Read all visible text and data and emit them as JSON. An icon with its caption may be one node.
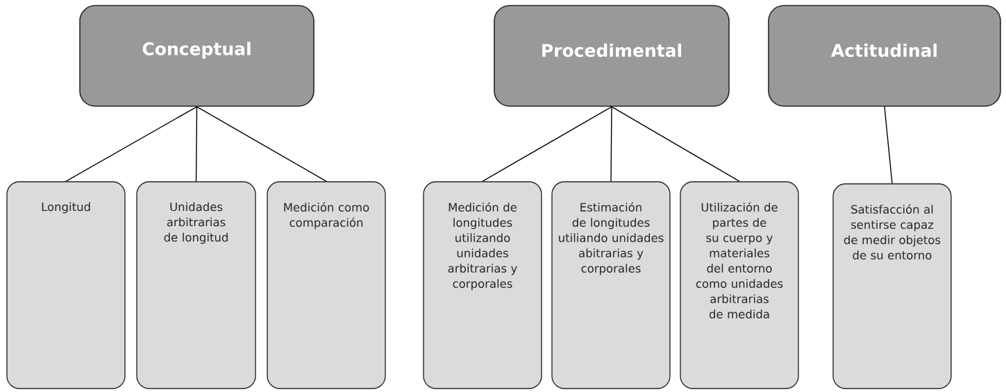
{
  "diagram": {
    "nodes": [
      {
        "text": [
          "Conceptual"
        ]
      },
      {
        "text": [
          "Procedimental"
        ]
      },
      {
        "text": [
          "Actitudinal"
        ]
      },
      {
        "text": [
          "Longitud"
        ]
      },
      {
        "text": [
          "Unidades arbitrarias de longitud"
        ]
      },
      {
        "text": [
          "Medición como comparación"
        ]
      },
      {
        "text": [
          "Medición de longitudes utilizando unidades arbitrarias y corporales"
        ]
      },
      {
        "text": [
          "Estimación de longitudes utiliando unidades abitrarias y corporales"
        ]
      },
      {
        "text": [
          "Utilización de partes de su cuerpo y materiales del entorno como unidades arbitrarias de medida"
        ]
      },
      {
        "text": [
          "Satisfacción al sentirse capaz de medir objetos de su entorno"
        ]
      }
    ],
    "edges": [
      {
        "from": 0,
        "to": 3,
        "arrow": "none"
      },
      {
        "from": 0,
        "to": 4,
        "arrow": "none"
      },
      {
        "from": 0,
        "to": 5,
        "arrow": "none"
      },
      {
        "from": 1,
        "to": 6,
        "arrow": "none"
      },
      {
        "from": 1,
        "to": 7,
        "arrow": "none"
      },
      {
        "from": 1,
        "to": 8,
        "arrow": "none"
      },
      {
        "from": 2,
        "to": 9,
        "arrow": "none"
      }
    ]
  }
}
